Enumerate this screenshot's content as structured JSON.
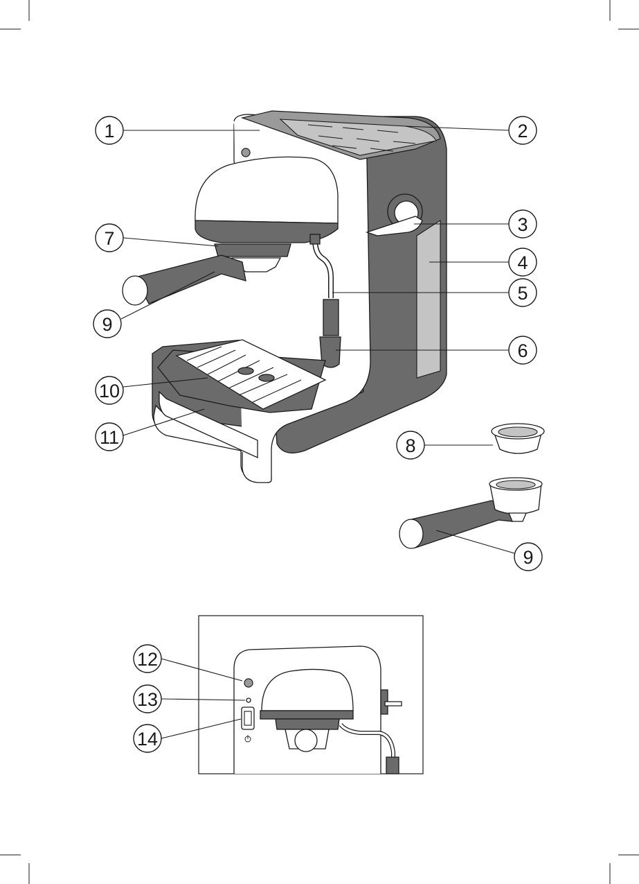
{
  "labels": {
    "l1": "1",
    "l2": "2",
    "l3": "3",
    "l4": "4",
    "l5": "5",
    "l6": "6",
    "l7": "7",
    "l9a": "9",
    "l10": "10",
    "l11": "11",
    "l8": "8",
    "l9b": "9",
    "l12": "12",
    "l13": "13",
    "l14": "14"
  },
  "colors": {
    "body_dark": "#6b6b6b",
    "body_light": "#ffffff",
    "window": "#c4c4c4",
    "outline": "#1a1a1a"
  }
}
